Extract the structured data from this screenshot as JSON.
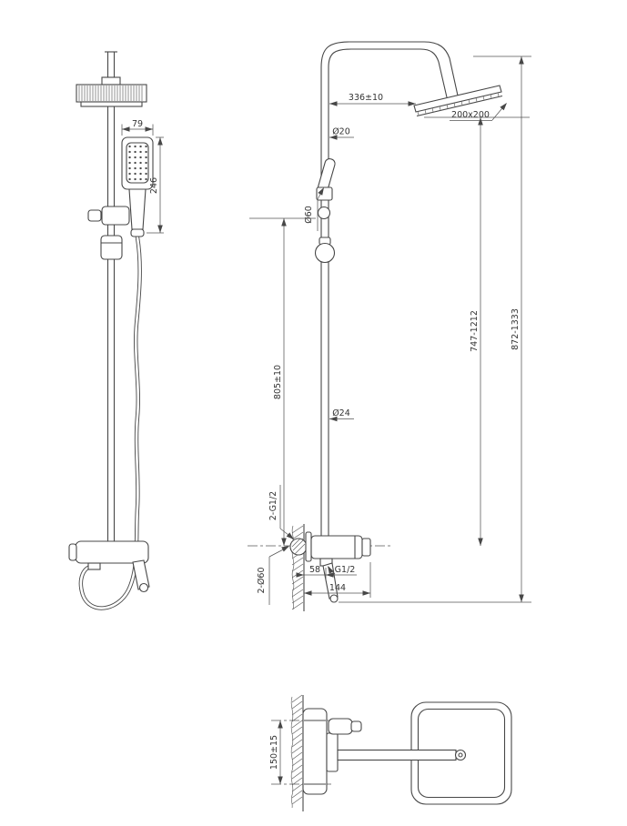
{
  "sheet": {
    "background": "#ffffff",
    "line_color": "#474747"
  },
  "views": {
    "front": {
      "labels": {
        "handshower_width": "79",
        "handshower_length": "246"
      }
    },
    "side": {
      "labels": {
        "arm_length": "336±10",
        "head_size": "200x200",
        "riser_upper_diameter": "Ø20",
        "holder_diameter": "Ø60",
        "holder_height": "805±10",
        "riser_height_range": "747-1212",
        "total_height_range": "872-1333",
        "riser_lower_diameter": "Ø24",
        "inlet_thread": "2-G1/2",
        "escutcheon_diameter": "2-Ø60",
        "outlet_offset": "58",
        "outlet_thread": "G1/2",
        "body_width": "144"
      }
    },
    "top": {
      "labels": {
        "inlet_spacing": "150±15"
      }
    }
  }
}
